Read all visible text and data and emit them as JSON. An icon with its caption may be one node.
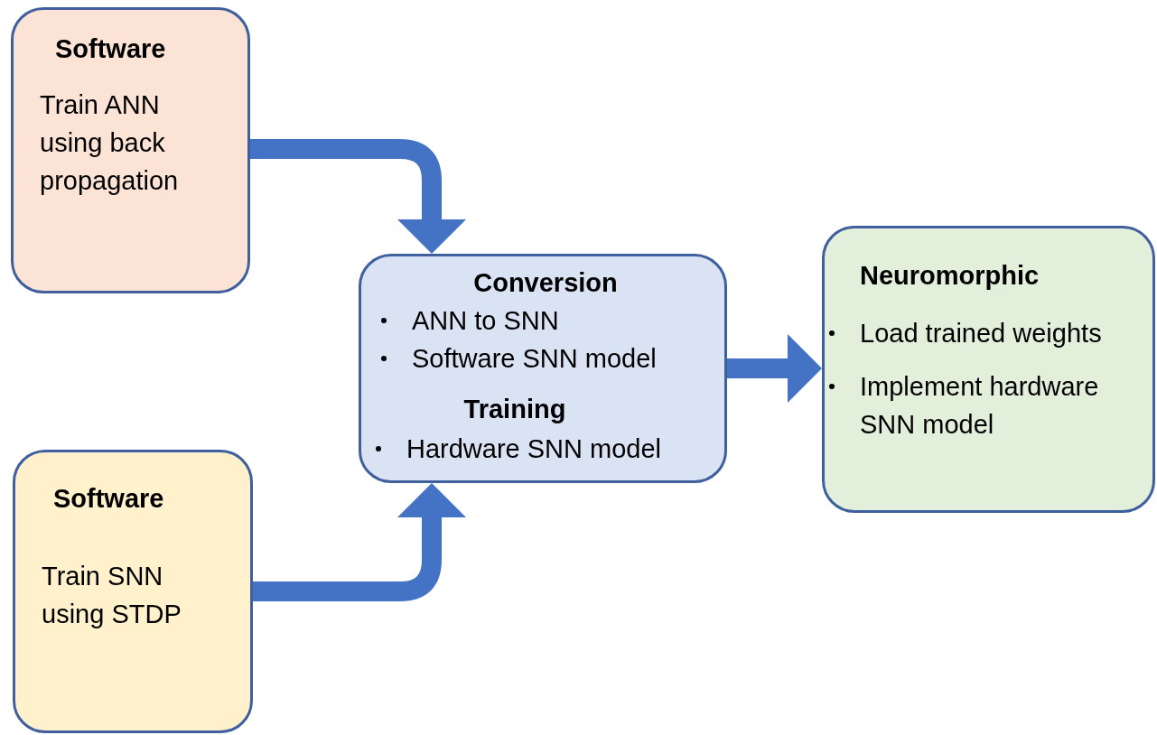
{
  "diagram": {
    "nodes": [
      {
        "text": [
          "Software",
          "Train ANN using back propagation"
        ]
      },
      {
        "text": [
          "Software",
          "Train SNN using STDP"
        ]
      },
      {
        "text": [
          "Conversion",
          "ANN to SNN",
          "Software SNN model",
          "Training",
          "Hardware SNN model"
        ]
      },
      {
        "text": [
          "Neuromorphic",
          "Load trained weights",
          "Implement hardware SNN model"
        ]
      }
    ],
    "edges": [
      {
        "from": 0,
        "to": 2,
        "arrow": "to"
      },
      {
        "from": 1,
        "to": 2,
        "arrow": "to"
      },
      {
        "from": 2,
        "to": 3,
        "arrow": "to"
      }
    ]
  }
}
